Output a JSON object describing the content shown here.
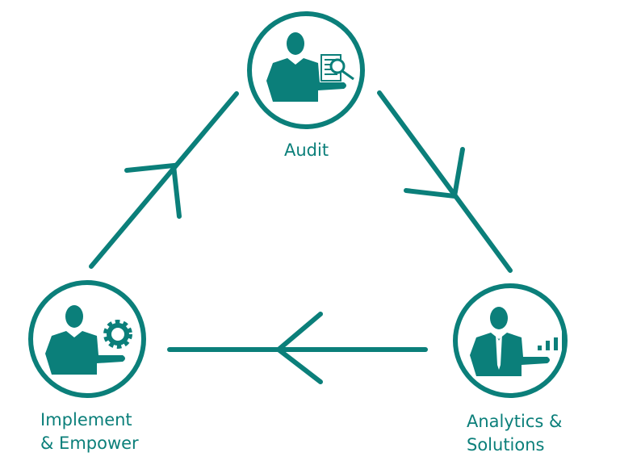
{
  "color": "#0b7f7a",
  "nodes": {
    "audit": {
      "label": "Audit",
      "icon": "person-document-magnifier-icon"
    },
    "analytics": {
      "label_line1": "Analytics &",
      "label_line2": "Solutions",
      "icon": "person-bar-chart-icon"
    },
    "implement": {
      "label_line1": "Implement",
      "label_line2": "& Empower",
      "icon": "person-gear-icon"
    }
  },
  "edges": [
    {
      "from": "audit",
      "to": "analytics"
    },
    {
      "from": "analytics",
      "to": "implement"
    },
    {
      "from": "implement",
      "to": "audit"
    }
  ]
}
